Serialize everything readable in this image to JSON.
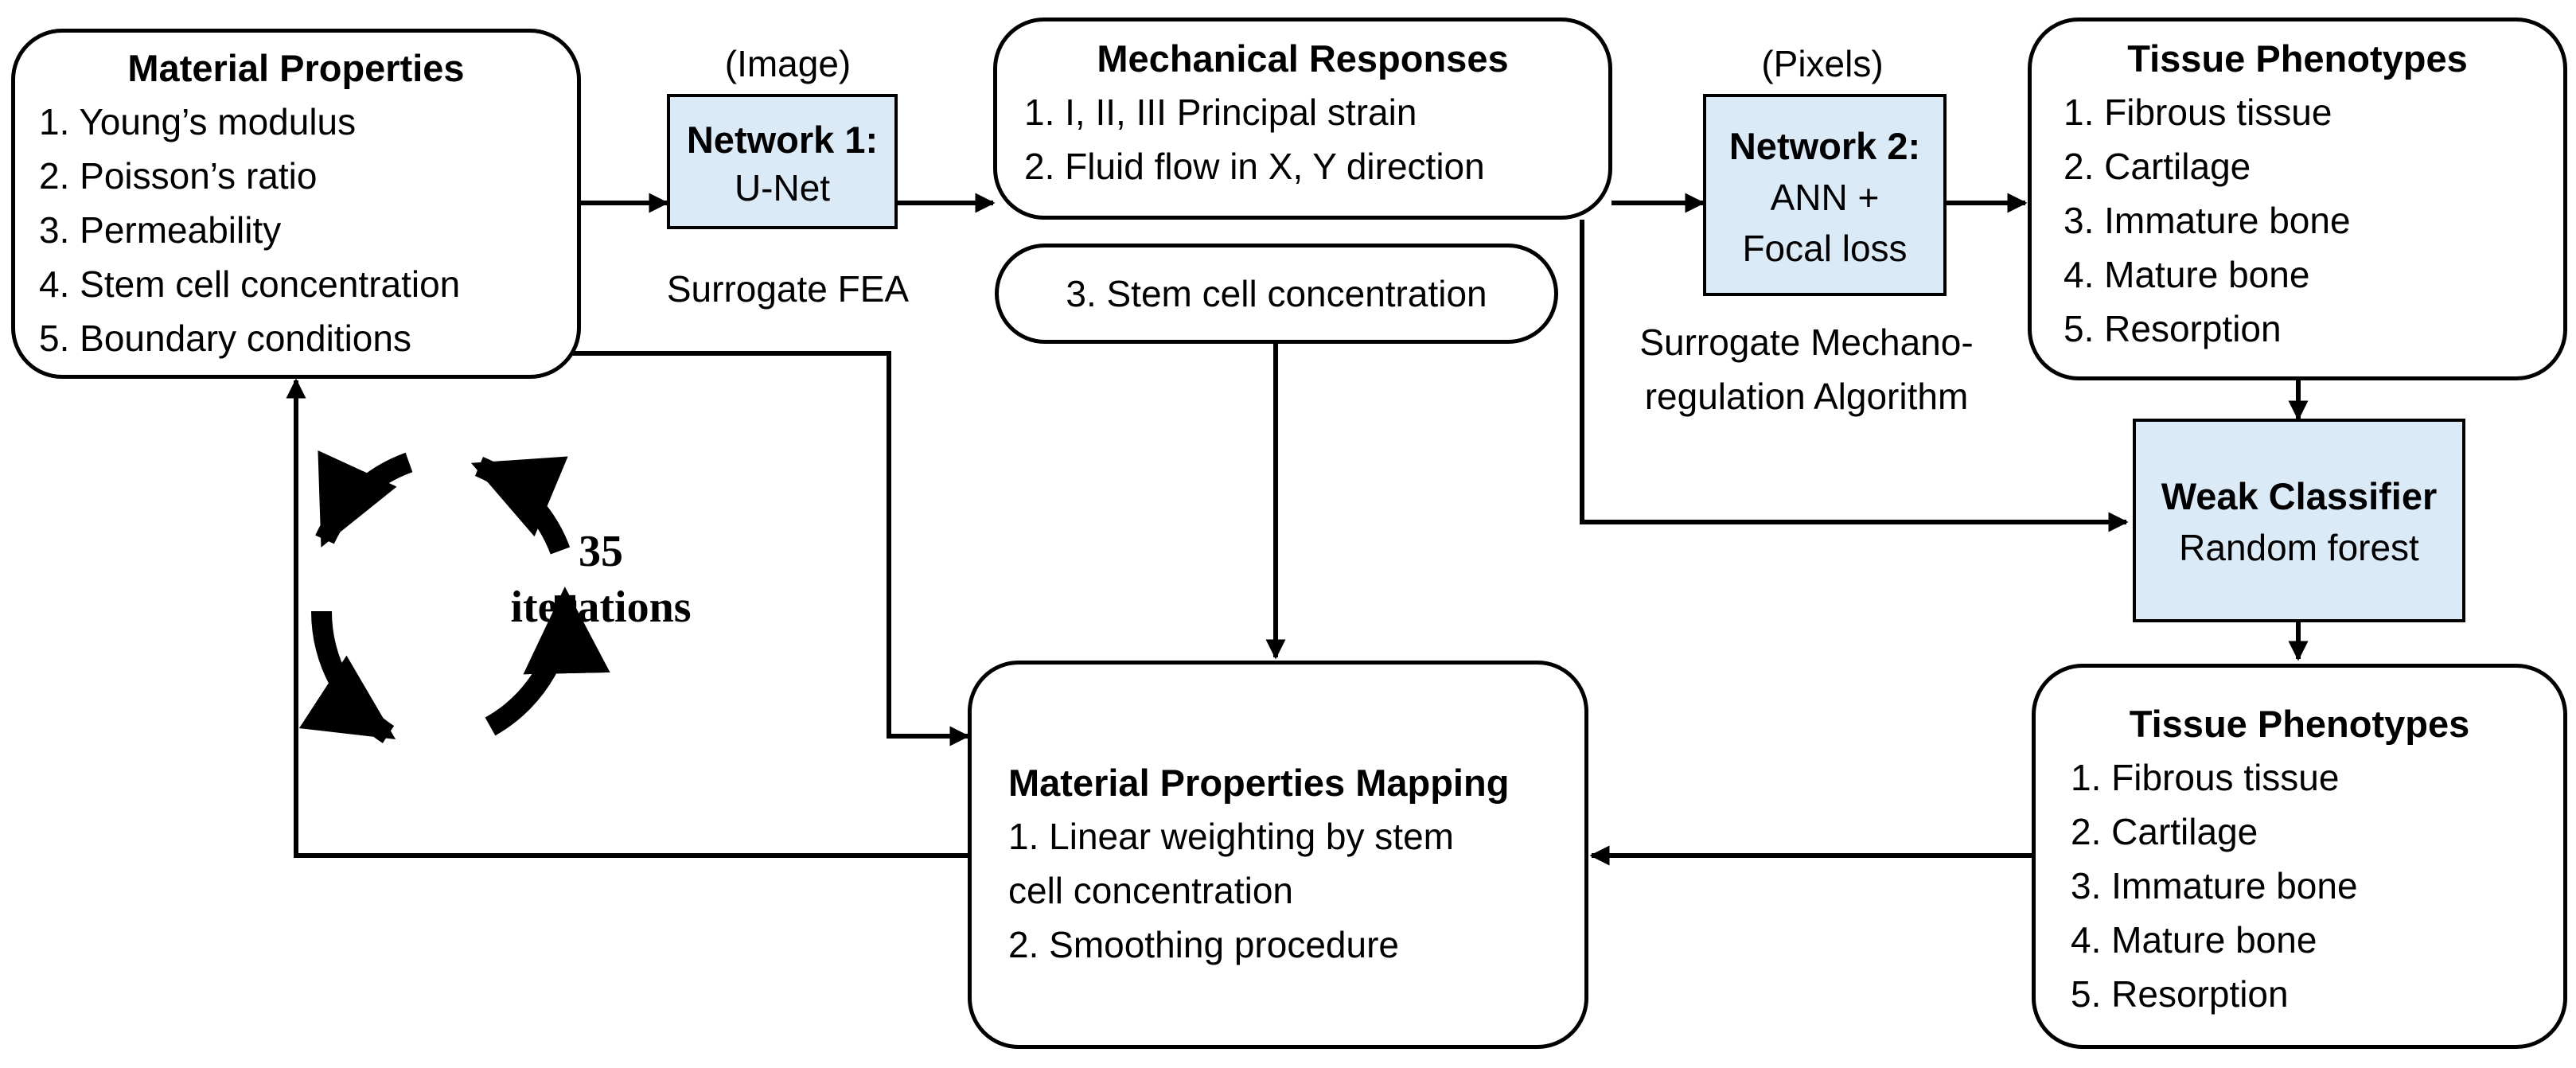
{
  "material_properties": {
    "title": "Material Properties",
    "items": [
      "1. Young’s modulus",
      "2. Poisson’s ratio",
      "3. Permeability",
      "4. Stem cell concentration",
      "5. Boundary conditions"
    ]
  },
  "network1": {
    "input_label": "(Image)",
    "title": "Network 1:",
    "subtitle": "U-Net",
    "caption": "Surrogate FEA"
  },
  "mechanical_responses": {
    "title": "Mechanical Responses",
    "items": [
      "1. I, II, III Principal strain",
      "2. Fluid flow in X, Y direction"
    ]
  },
  "stem_cell_box": {
    "label": "3. Stem cell concentration"
  },
  "network2": {
    "input_label": "(Pixels)",
    "title": "Network 2:",
    "line1": "ANN +",
    "line2": "Focal loss",
    "caption_line1": "Surrogate Mechano-",
    "caption_line2": "regulation Algorithm"
  },
  "tissue_phenotypes_top": {
    "title": "Tissue Phenotypes",
    "items": [
      "1. Fibrous tissue",
      "2. Cartilage",
      "3. Immature bone",
      "4. Mature bone",
      "5. Resorption"
    ]
  },
  "weak_classifier": {
    "title": "Weak Classifier",
    "subtitle": "Random forest"
  },
  "tissue_phenotypes_bottom": {
    "title": "Tissue Phenotypes",
    "items": [
      "1. Fibrous tissue",
      "2. Cartilage",
      "3. Immature bone",
      "4. Mature bone",
      "5. Resorption"
    ]
  },
  "material_mapping": {
    "title": "Material Properties Mapping",
    "items": [
      "1. Linear weighting by stem",
      "cell concentration",
      "2. Smoothing procedure"
    ]
  },
  "iterations": {
    "count": "35",
    "word": "iterations"
  },
  "colors": {
    "network_fill": "#dbeaf7",
    "line": "#000000",
    "box_fill": "#ffffff"
  }
}
